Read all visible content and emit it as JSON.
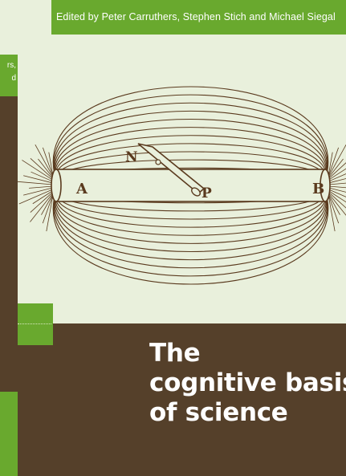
{
  "cover": {
    "editors": "Edited by Peter Carruthers, Stephen Stich and Michael Siegal",
    "title_lines": [
      "The",
      "cognitive basis",
      "of science"
    ],
    "figure_labels": {
      "a": "A",
      "b": "B",
      "n": "N",
      "p": "P"
    },
    "colors": {
      "green": "#69a92e",
      "brown": "#55402a",
      "paper": "#e9f0dc",
      "ink": "#5a3a1e"
    }
  },
  "previous_cover": {
    "spine_text_lines": [
      "rs,",
      "d"
    ]
  }
}
